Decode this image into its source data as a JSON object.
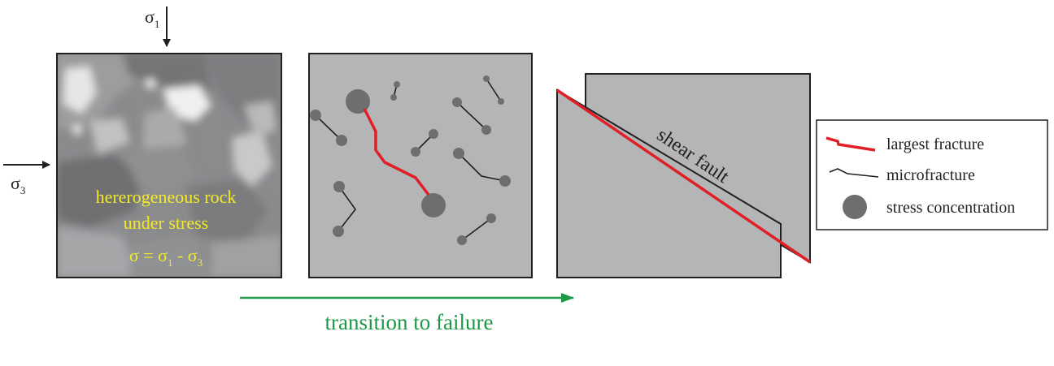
{
  "stress_labels": {
    "sigma1": "σ",
    "sigma1_sub": "1",
    "sigma3": "σ",
    "sigma3_sub": "3"
  },
  "panel1": {
    "caption_line1": "hererogeneous rock",
    "caption_line2": "under stress",
    "equation_sigma": "σ = σ",
    "equation_sub1": "1",
    "equation_minus": " - σ",
    "equation_sub3": "3"
  },
  "panel3": {
    "fault_label": "shear fault"
  },
  "legend": {
    "items": [
      {
        "label": "largest fracture",
        "symbol": "red-fracture-line"
      },
      {
        "label": "microfracture",
        "symbol": "black-fracture-line"
      },
      {
        "label": "stress concentration",
        "symbol": "gray-circle"
      }
    ]
  },
  "transition": {
    "label": "transition to failure"
  },
  "colors": {
    "panel_gray": "#b3b5b7",
    "dot_gray": "#6d6e70",
    "fracture_red": "#e01f26",
    "caption_yellow": "#f3ea2a",
    "transition_green": "#1b9944",
    "outline": "#231f20"
  }
}
